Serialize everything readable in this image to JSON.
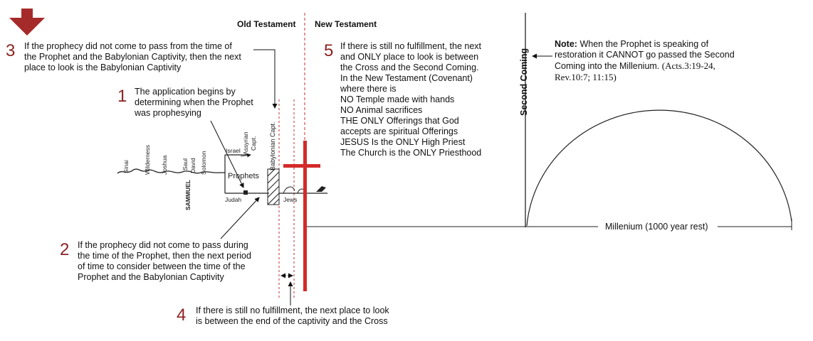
{
  "headers": {
    "old_testament": "Old Testament",
    "new_testament": "New Testament",
    "second_coming": "Second Coming"
  },
  "steps": [
    {
      "number": "1",
      "lines": [
        "The application begins by",
        "determining when the Prophet",
        "was prophesying"
      ]
    },
    {
      "number": "2",
      "lines": [
        "If the prophecy did not come to pass during",
        "the time of the Prophet, then the next period",
        "of time to consider between the time of the",
        "Prophet and the Babylonian Captivity"
      ]
    },
    {
      "number": "3",
      "lines": [
        "If the prophecy did not come to pass from the time of",
        "the Prophet and the Babylonian Captivity, then the next",
        "place to look is the Babylonian Captivity"
      ]
    },
    {
      "number": "4",
      "lines": [
        "If there is still no fulfillment, the next place to look",
        "is between the end of the captivity and the Cross"
      ]
    },
    {
      "number": "5",
      "lines": [
        "If there is still no fulfillment, the next",
        "and ONLY place to look is between",
        "the Cross and the Second Coming.",
        "In the New Testament (Covenant)",
        "where there is",
        "NO Temple made with hands",
        "NO Animal sacrifices",
        "THE ONLY Offerings that God",
        "accepts are spiritual Offerings",
        "JESUS Is the ONLY High Priest",
        "The Church is the ONLY Priesthood"
      ]
    }
  ],
  "note": {
    "label": "Note:",
    "lines": [
      "When the Prophet is speaking of",
      "restoration it CANNOT go passed the Second",
      "Coming into the Millenium.",
      "(Acts.3:19-24,",
      "Rev.10:7; 11:15)"
    ]
  },
  "millenium_label": "Millenium (1000 year rest)",
  "timeline": {
    "sinai": "Sinai",
    "wilderness": "Wilderness",
    "joshua": "Joshua",
    "saul": "Saul",
    "david": "David",
    "solomon": "Solomon",
    "samuel": "SAMMUEL",
    "israel": "Israel",
    "assyrian": "Assyrian",
    "capt": "Capt.",
    "babylonian_capt": "Babylonian Capt.",
    "prophets": "Prophets",
    "judah": "Judah",
    "jews": "Jews"
  },
  "colors": {
    "step_number": "#8b2323",
    "cross": "#d42a2a",
    "arrow": "#a52a2a"
  }
}
